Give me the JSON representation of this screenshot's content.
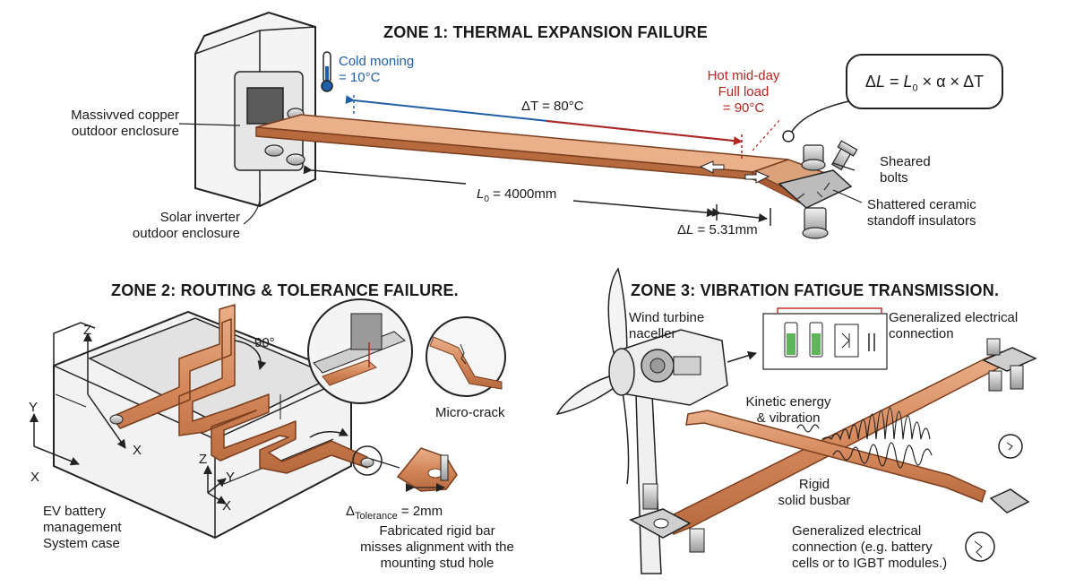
{
  "zone1": {
    "title": "ZONE 1: THERMAL EXPANSION FAILURE",
    "enclosure_label_top": [
      "Massivved copper",
      "outdoor enclosure"
    ],
    "enclosure_label_bottom": [
      "Solar inverter",
      "outdoor enclosure"
    ],
    "cold_label": [
      "Cold moning",
      "= 10°C"
    ],
    "hot_label": [
      "Hot mid-day",
      "Full load",
      "= 90°C"
    ],
    "delta_t": "ΔT = 80°C",
    "length_value": "= 4000mm",
    "delta_l_value": "= 5.31mm",
    "formula_tail": "× α × ΔT",
    "sheared_bolts": [
      "Sheared",
      "bolts"
    ],
    "shattered": [
      "Shattered ceramic",
      "standoff insulators"
    ]
  },
  "zone2": {
    "title": "ZONE 2: ROUTING & TOLERANCE FAILURE.",
    "axis_z": "Z",
    "axis_y": "Y",
    "axis_x": "X",
    "angle_90": "90°",
    "micro_crack": "Micro-crack",
    "tolerance_sub": "Tolerance",
    "tolerance_value": "= 2mm",
    "case_label": [
      "EV battery",
      "management",
      "System case"
    ],
    "misalign_label": [
      "Fabricated rigid bar",
      "misses alignment with the",
      "mounting stud hole"
    ]
  },
  "zone3": {
    "title": "ZONE 3: VIBRATION FATIGUE TRANSMISSION.",
    "turbine_label": [
      "Wind turbine",
      "naceller"
    ],
    "connection_top": [
      "Generalized electrical",
      "connection"
    ],
    "kinetic": [
      "Kinetic energy",
      "& vibration"
    ],
    "rigid": [
      "Rigid",
      "solid busbar"
    ],
    "connection_bottom": [
      "Generalized electrical",
      "connection (e.g. battery",
      "cells or to IGBT modules.)"
    ]
  },
  "colors": {
    "copper": "#d4875a",
    "copper_dark": "#a85a32",
    "copper_light": "#eab08a",
    "cold_blue": "#1f5fa8",
    "hot_red": "#b5261e",
    "battery_green": "#5fb55a",
    "wire_red": "#c0302a"
  }
}
